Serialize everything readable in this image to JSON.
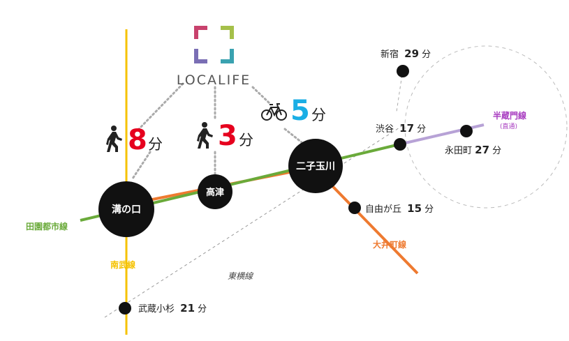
{
  "logo": {
    "text": "LOCALIFE",
    "colors": [
      "#c8426d",
      "#a5c04a",
      "#7a6eb4",
      "#3aa2b0"
    ]
  },
  "access": [
    {
      "id": "mizonokuchi",
      "mode": "walk",
      "icon": "walking-person-icon",
      "number": "8",
      "unit": "分",
      "color": "#e6001e"
    },
    {
      "id": "takatsu",
      "mode": "walk",
      "icon": "walking-person-icon",
      "number": "3",
      "unit": "分",
      "color": "#e6001e"
    },
    {
      "id": "futakotamagawa",
      "mode": "bicycle",
      "icon": "bicycle-icon",
      "number": "5",
      "unit": "分",
      "color": "#1aaee5"
    }
  ],
  "lines": {
    "denentoshi": {
      "label": "田園都市線",
      "color": "#6aaa3a"
    },
    "nambu": {
      "label": "南武線",
      "color": "#f5c200"
    },
    "oimachi": {
      "label": "大井町線",
      "color": "#ee7a30"
    },
    "toyoko": {
      "label": "東横線",
      "color": "#999999"
    },
    "hanzomon": {
      "label": "半蔵門線",
      "sublabel": "(直通)",
      "color": "#b7a2d6",
      "label_color": "#a83cc0"
    }
  },
  "major_stations": {
    "mizonokuchi": "溝の口",
    "takatsu": "高津",
    "futakotamagawa": "二子玉川"
  },
  "stations": {
    "shinjuku": {
      "name": "新宿",
      "minutes": "29",
      "unit": "分"
    },
    "shibuya": {
      "name": "渋谷",
      "minutes": "17",
      "unit": "分"
    },
    "nagatacho": {
      "name": "永田町",
      "minutes": "27",
      "unit": "分"
    },
    "jiyugaoka": {
      "name": "自由が丘",
      "minutes": "15",
      "unit": "分"
    },
    "musashikosugi": {
      "name": "武蔵小杉",
      "minutes": "21",
      "unit": "分"
    }
  }
}
